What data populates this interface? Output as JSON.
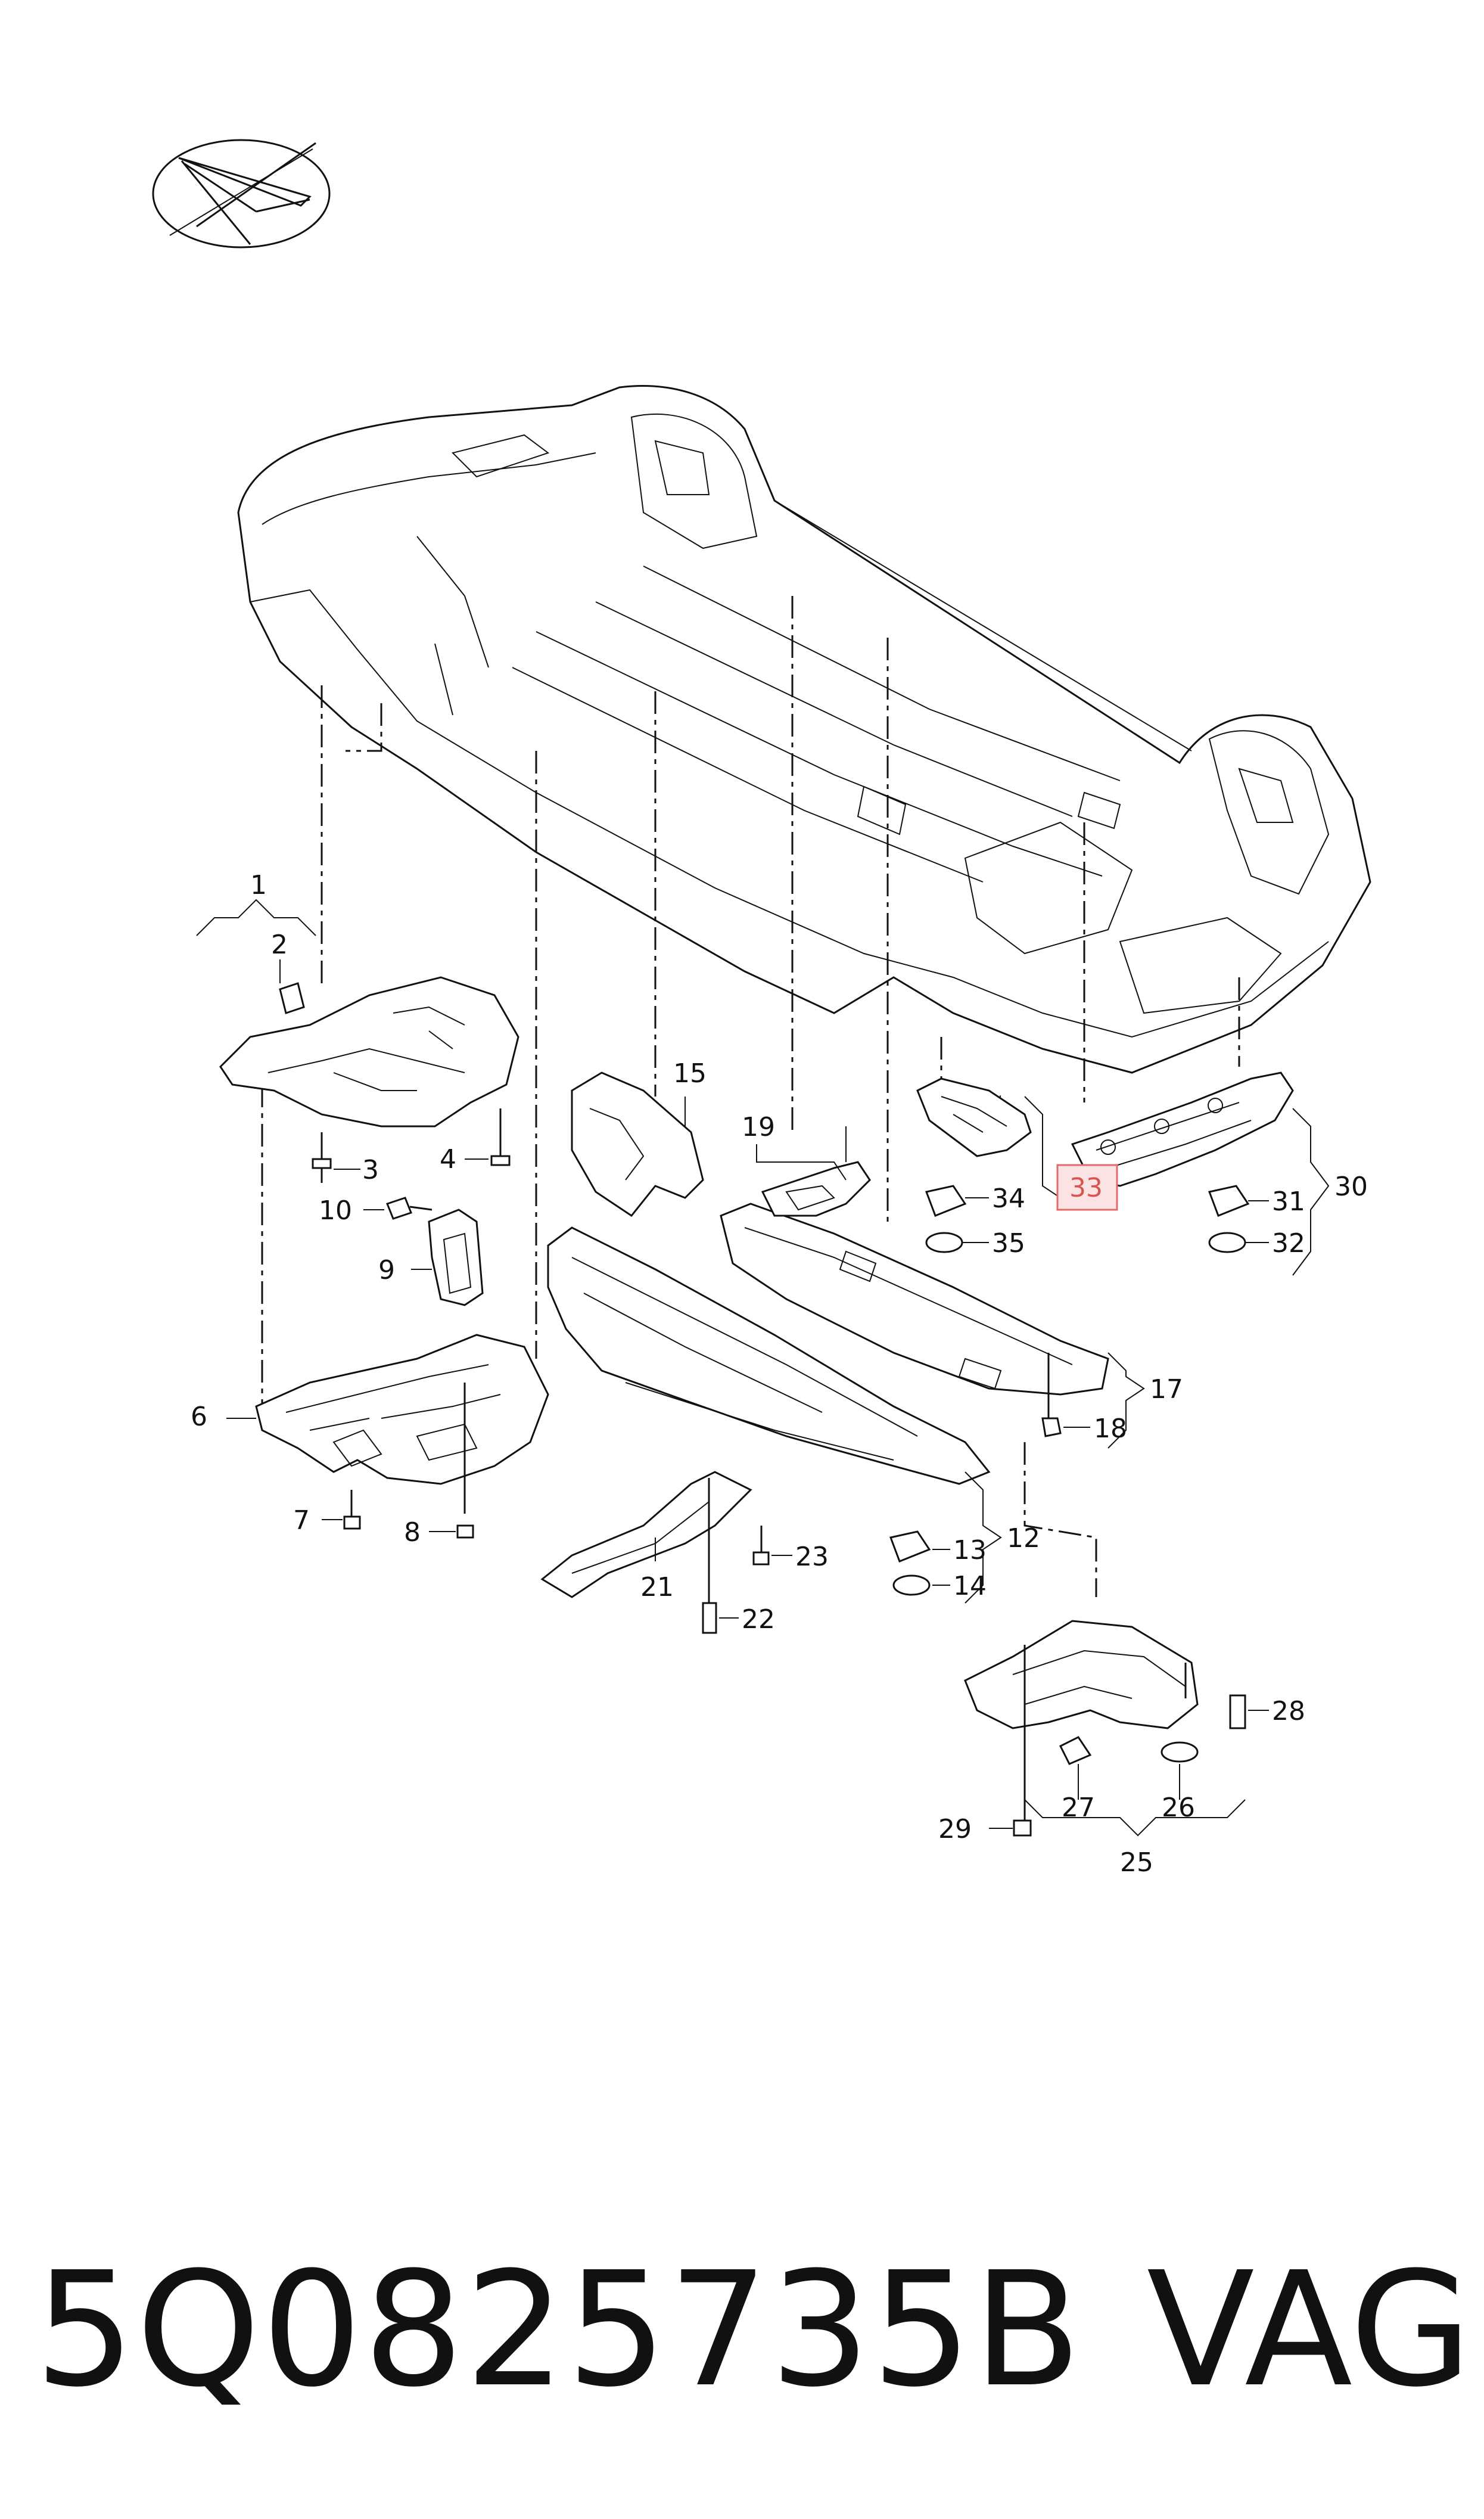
{
  "diagram": {
    "labels": [
      {
        "id": "1",
        "text": "1"
      },
      {
        "id": "2",
        "text": "2"
      },
      {
        "id": "3",
        "text": "3"
      },
      {
        "id": "4",
        "text": "4"
      },
      {
        "id": "6",
        "text": "6"
      },
      {
        "id": "7",
        "text": "7"
      },
      {
        "id": "8",
        "text": "8"
      },
      {
        "id": "9",
        "text": "9"
      },
      {
        "id": "10",
        "text": "10"
      },
      {
        "id": "12",
        "text": "12"
      },
      {
        "id": "13",
        "text": "13"
      },
      {
        "id": "14",
        "text": "14"
      },
      {
        "id": "15",
        "text": "15"
      },
      {
        "id": "17",
        "text": "17"
      },
      {
        "id": "18",
        "text": "18"
      },
      {
        "id": "19",
        "text": "19"
      },
      {
        "id": "21",
        "text": "21"
      },
      {
        "id": "22",
        "text": "22"
      },
      {
        "id": "23",
        "text": "23"
      },
      {
        "id": "25",
        "text": "25"
      },
      {
        "id": "26",
        "text": "26"
      },
      {
        "id": "27",
        "text": "27"
      },
      {
        "id": "28",
        "text": "28"
      },
      {
        "id": "29",
        "text": "29"
      },
      {
        "id": "30",
        "text": "30"
      },
      {
        "id": "31",
        "text": "31"
      },
      {
        "id": "32",
        "text": "32"
      },
      {
        "id": "33",
        "text": "33",
        "highlighted": true
      },
      {
        "id": "34",
        "text": "34"
      },
      {
        "id": "35",
        "text": "35"
      }
    ],
    "highlight_color": "#e36a6a"
  },
  "footer": {
    "part_number": "5Q0825735B",
    "brand": "VAG"
  }
}
